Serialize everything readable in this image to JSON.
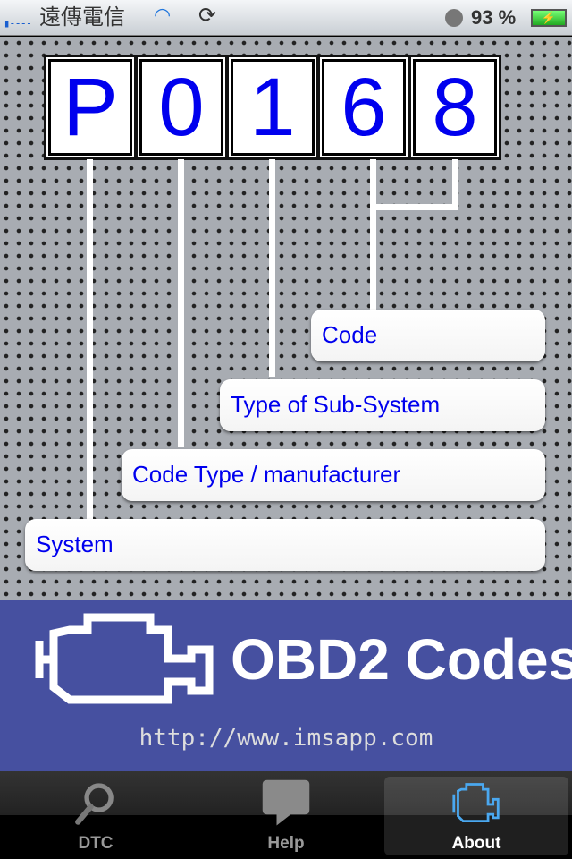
{
  "status": {
    "signal": "▮----",
    "carrier": "遠傳電信",
    "battery": "93 %"
  },
  "digits": [
    "P",
    "0",
    "1",
    "6",
    "8"
  ],
  "labels": {
    "code": "Code",
    "subsystem": "Type of Sub-System",
    "code_type": "Code Type / manufacturer",
    "system": "System"
  },
  "banner": {
    "title": "OBD2 Codes",
    "url": "http://www.imsapp.com",
    "color": "#4650a0"
  },
  "tabs": [
    {
      "label": "DTC",
      "icon": "magnifier-icon"
    },
    {
      "label": "Help",
      "icon": "speech-bubble-icon"
    },
    {
      "label": "About",
      "icon": "engine-icon",
      "selected": true
    }
  ]
}
